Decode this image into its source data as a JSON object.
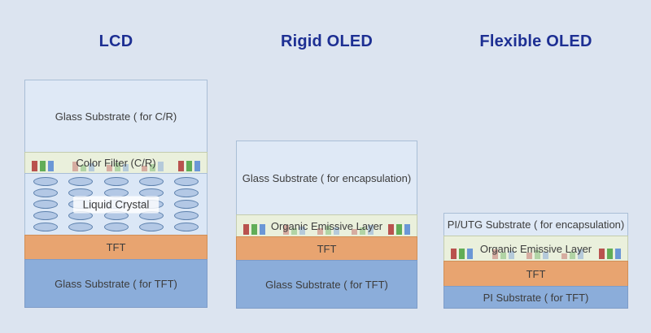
{
  "diagram": {
    "columns": [
      {
        "title": "LCD",
        "layers": [
          {
            "label": "Glass Substrate ( for C/R)"
          },
          {
            "label": "Color Filter (C/R)"
          },
          {
            "label": "Liquid Crystal"
          },
          {
            "label": "TFT"
          },
          {
            "label": "Glass Substrate ( for TFT)"
          }
        ]
      },
      {
        "title": "Rigid OLED",
        "layers": [
          {
            "label": "Glass Substrate ( for encapsulation)"
          },
          {
            "label": "Organic Emissive Layer"
          },
          {
            "label": "TFT"
          },
          {
            "label": "Glass Substrate ( for TFT)"
          }
        ]
      },
      {
        "title": "Flexible OLED",
        "layers": [
          {
            "label": "PI/UTG Substrate ( for encapsulation)"
          },
          {
            "label": "Organic Emissive Layer"
          },
          {
            "label": "TFT"
          },
          {
            "label": "PI Substrate ( for TFT)"
          }
        ]
      }
    ],
    "liquid_crystal_grid": {
      "rows": 5,
      "cols": 5
    },
    "palette": {
      "background": "#dce4f0",
      "title_text": "#1d2f93",
      "layer_text": "#3c3c3c",
      "glass_blue": "#dfe9f6",
      "filter_emissive_green": "#eaf0dc",
      "tft_orange": "#e8a470",
      "substrate_blue": "#8badda",
      "lc_ellipse_fill": "#b3c8e5",
      "lc_ellipse_stroke": "#5d81ad",
      "subpixel_red": "#b9524e",
      "subpixel_green": "#61ad57",
      "subpixel_blue": "#6b97d6"
    }
  }
}
